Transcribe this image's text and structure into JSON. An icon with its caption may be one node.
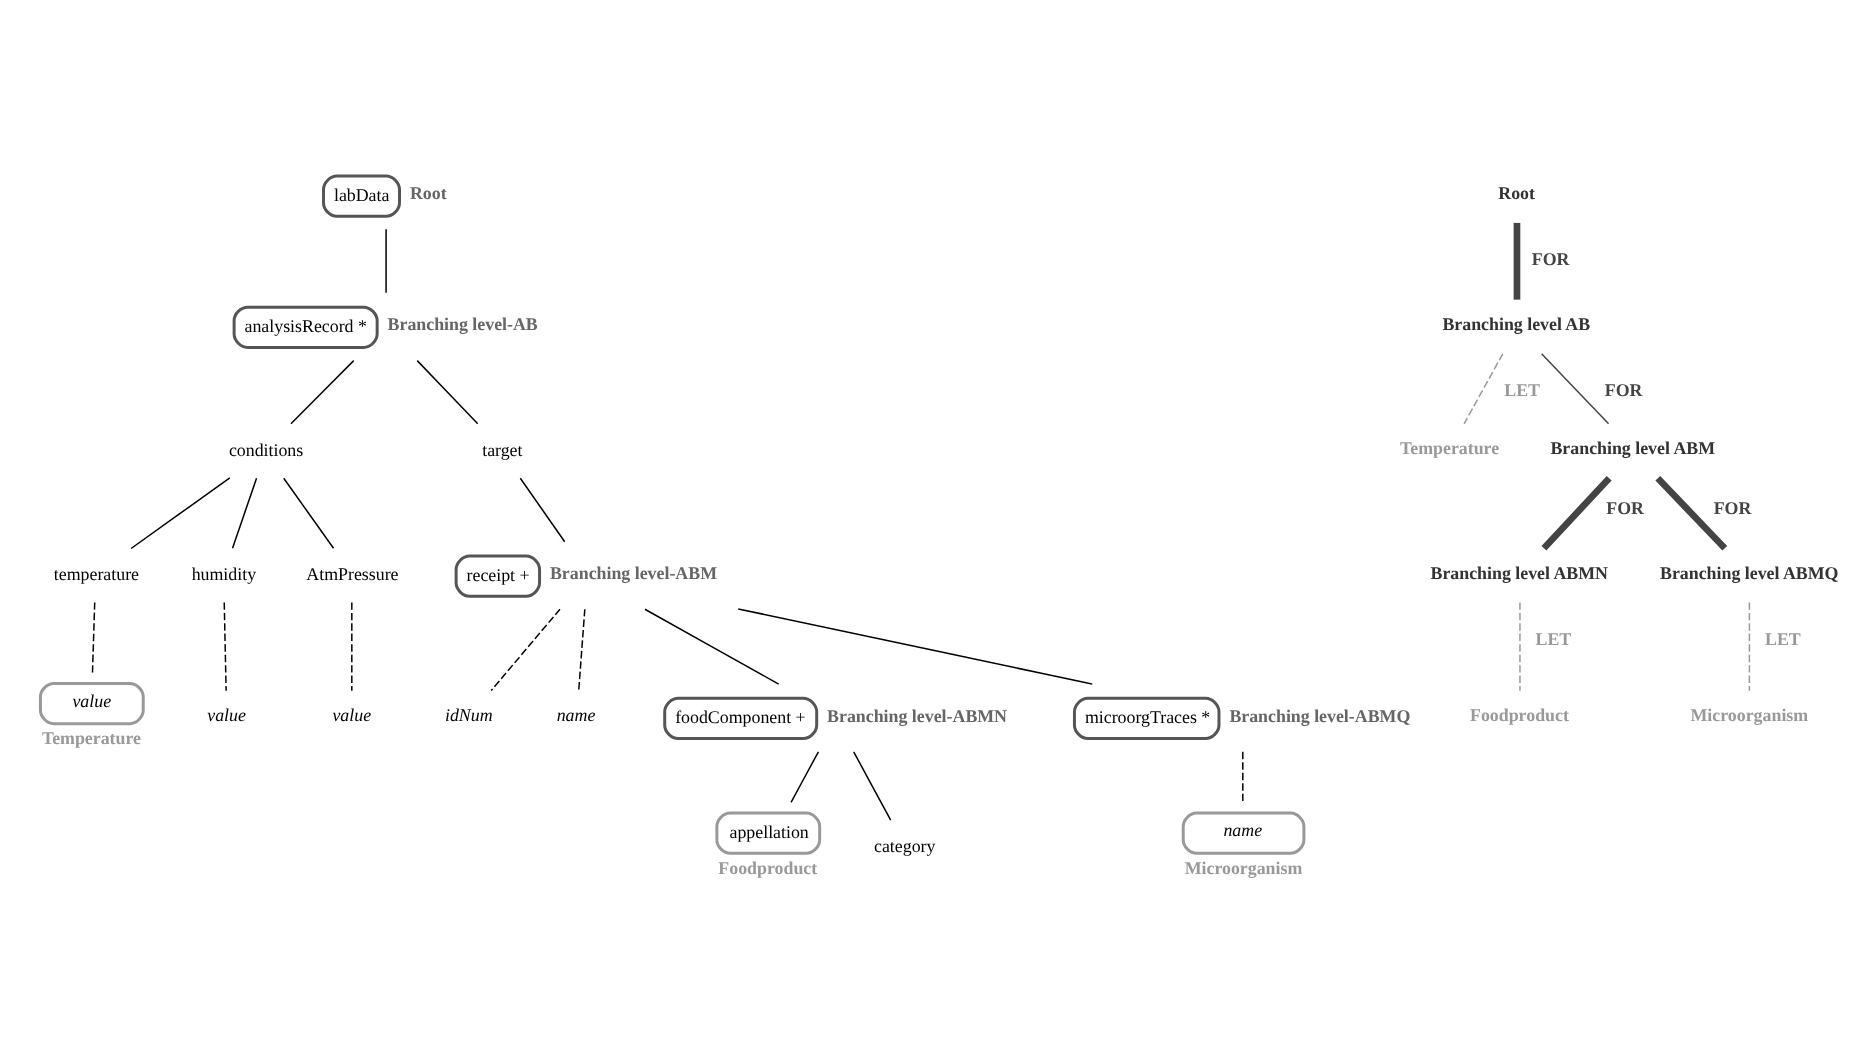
{
  "diagram": {
    "nodes": [
      {
        "text": [
          "labData"
        ],
        "beside": [
          "Root"
        ]
      },
      {
        "text": [
          "analysisRecord *"
        ],
        "beside": [
          "Branching level-AB"
        ]
      },
      {
        "text": [
          "conditions"
        ]
      },
      {
        "text": [
          "target"
        ]
      },
      {
        "text": [
          "temperature"
        ]
      },
      {
        "text": [
          "humidity"
        ]
      },
      {
        "text": [
          "AtmPressure"
        ]
      },
      {
        "text": [
          "value"
        ],
        "beside": [
          "Temperature"
        ]
      },
      {
        "text": [
          "value"
        ]
      },
      {
        "text": [
          "value"
        ]
      },
      {
        "text": [
          "receipt +"
        ],
        "beside": [
          "Branching level-ABM"
        ]
      },
      {
        "text": [
          "idNum"
        ]
      },
      {
        "text": [
          "name"
        ]
      },
      {
        "text": [
          "foodComponent +"
        ],
        "beside": [
          "Branching level-ABMN"
        ]
      },
      {
        "text": [
          "microorgTraces *"
        ],
        "beside": [
          "Branching level-ABMQ"
        ]
      },
      {
        "text": [
          "appellation"
        ],
        "beside": [
          "Foodproduct"
        ]
      },
      {
        "text": [
          "category"
        ]
      },
      {
        "text": [
          "name"
        ],
        "beside": [
          "Microorganism"
        ]
      },
      {
        "text": [
          "Root"
        ]
      },
      {
        "text": [
          "Branching level AB"
        ]
      },
      {
        "text": [
          "Temperature"
        ]
      },
      {
        "text": [
          "Branching level ABM"
        ]
      },
      {
        "text": [
          "Branching level ABMN"
        ]
      },
      {
        "text": [
          "Branching level ABMQ"
        ]
      },
      {
        "text": [
          "Foodproduct"
        ]
      },
      {
        "text": [
          "Microorganism"
        ]
      }
    ],
    "edges": [
      {
        "from": 0,
        "to": 1,
        "arrow": "none"
      },
      {
        "from": 1,
        "to": 2,
        "arrow": "none"
      },
      {
        "from": 1,
        "to": 3,
        "arrow": "none"
      },
      {
        "from": 2,
        "to": 4,
        "arrow": "none"
      },
      {
        "from": 2,
        "to": 5,
        "arrow": "none"
      },
      {
        "from": 2,
        "to": 6,
        "arrow": "none"
      },
      {
        "from": 4,
        "to": 7,
        "arrow": "none",
        "style": "dashed"
      },
      {
        "from": 5,
        "to": 8,
        "arrow": "none",
        "style": "dashed"
      },
      {
        "from": 6,
        "to": 9,
        "arrow": "none",
        "style": "dashed"
      },
      {
        "from": 3,
        "to": 10,
        "arrow": "none"
      },
      {
        "from": 10,
        "to": 11,
        "arrow": "none",
        "style": "dashed"
      },
      {
        "from": 10,
        "to": 12,
        "arrow": "none",
        "style": "dashed"
      },
      {
        "from": 10,
        "to": 13,
        "arrow": "none"
      },
      {
        "from": 10,
        "to": 14,
        "arrow": "none"
      },
      {
        "from": 13,
        "to": 15,
        "arrow": "none"
      },
      {
        "from": 13,
        "to": 16,
        "arrow": "none"
      },
      {
        "from": 14,
        "to": 17,
        "arrow": "none",
        "style": "dashed"
      },
      {
        "from": 18,
        "to": 19,
        "arrow": "none",
        "label": "FOR",
        "style": "thick",
        "color": "#444444"
      },
      {
        "from": 19,
        "to": 20,
        "arrow": "none",
        "label": "LET",
        "style": "dashed",
        "color": "#999999"
      },
      {
        "from": 19,
        "to": 21,
        "arrow": "none",
        "label": "FOR",
        "color": "#444444"
      },
      {
        "from": 21,
        "to": 22,
        "arrow": "none",
        "label": "FOR",
        "style": "thick",
        "color": "#444444"
      },
      {
        "from": 21,
        "to": 23,
        "arrow": "none",
        "label": "FOR",
        "style": "thick",
        "color": "#444444"
      },
      {
        "from": 22,
        "to": 24,
        "arrow": "none",
        "label": "LET",
        "style": "dashed",
        "color": "#999999"
      },
      {
        "from": 23,
        "to": 25,
        "arrow": "none",
        "label": "LET",
        "style": "dashed",
        "color": "#999999"
      }
    ]
  }
}
